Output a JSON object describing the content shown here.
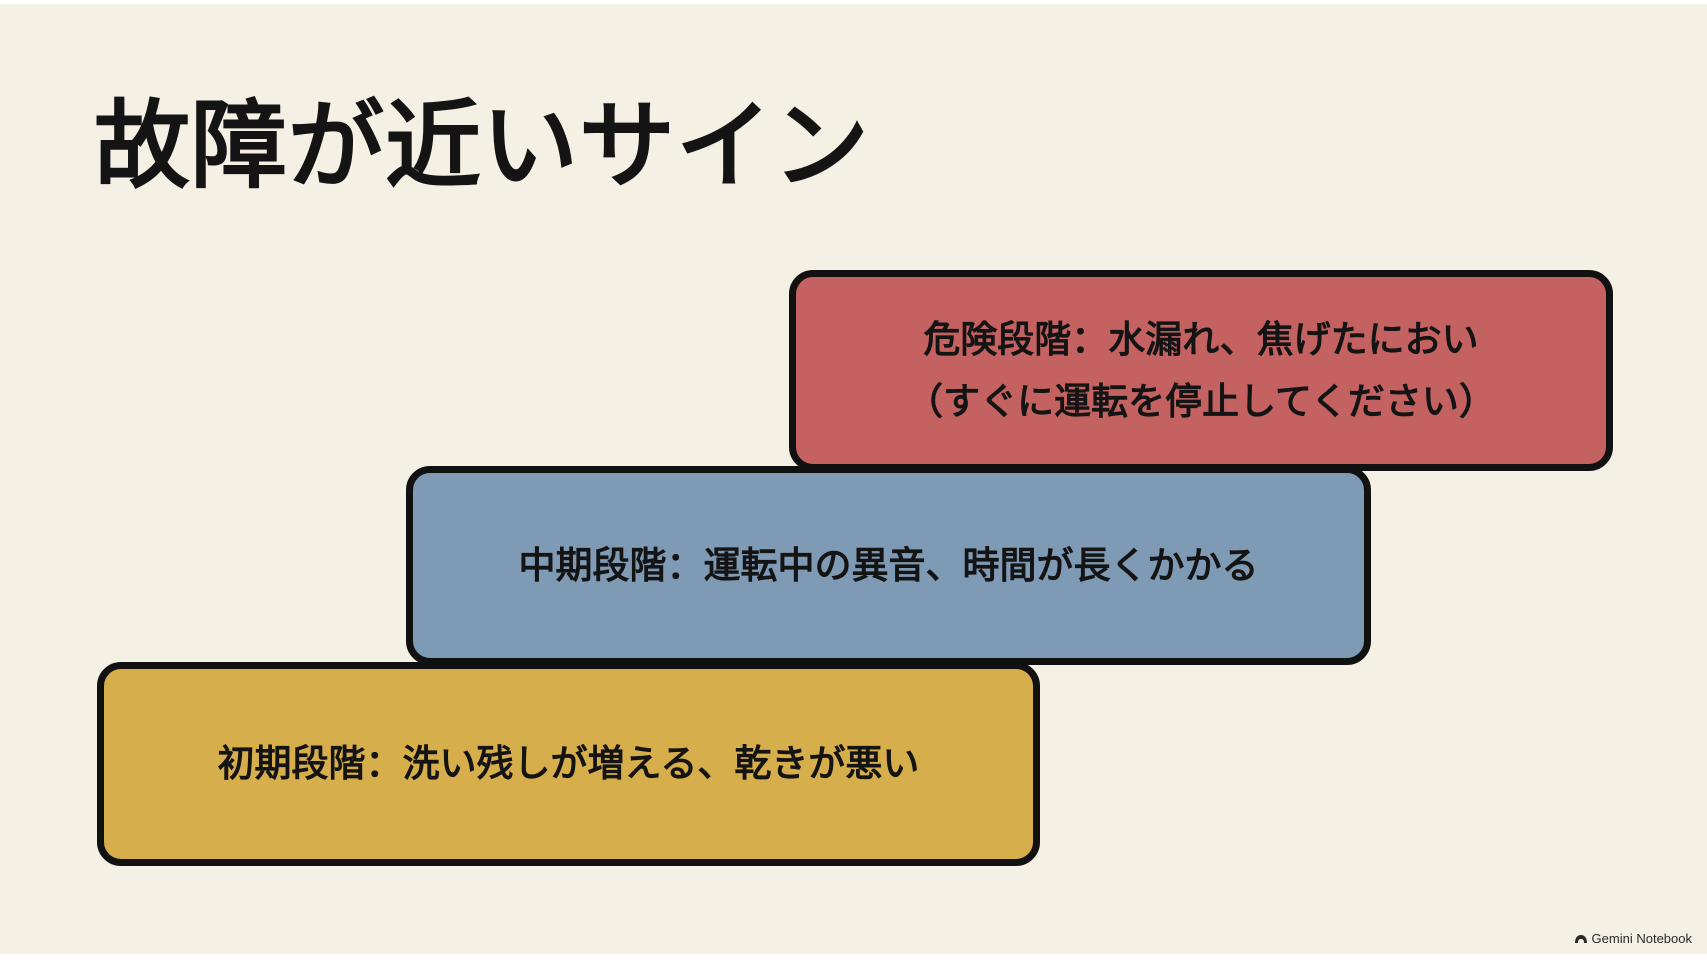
{
  "slide": {
    "title": "故障が近いサイン",
    "background_color": "#f4f0e4"
  },
  "steps": [
    {
      "id": "danger",
      "lines": [
        "危険段階：水漏れ、焦げたにおい",
        "（すぐに運転を停止してください）"
      ],
      "color": "#c46262"
    },
    {
      "id": "middle",
      "lines": [
        "中期段階：運転中の異音、時間が長くかかる"
      ],
      "color": "#7f9ab5"
    },
    {
      "id": "early",
      "lines": [
        "初期段階：洗い残しが増える、乾きが悪い"
      ],
      "color": "#d7ae4c"
    }
  ],
  "watermark": {
    "icon": "notebook-logo-icon",
    "text": "Gemini Notebook"
  }
}
